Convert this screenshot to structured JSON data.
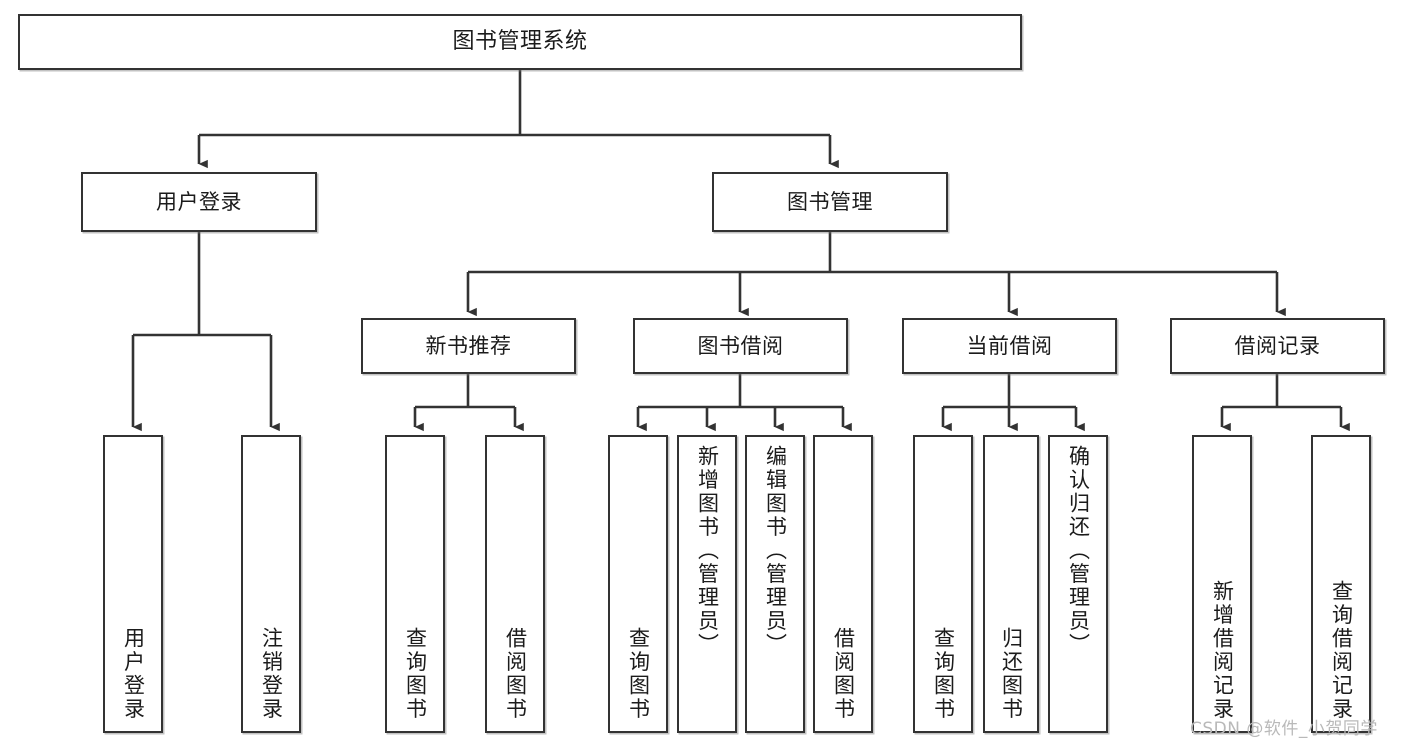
{
  "diagram": {
    "title": "图书管理系统",
    "type": "tree-hierarchy-chart",
    "colors": {
      "box_border": "#333333",
      "box_fill": "#ffffff",
      "connector": "#333333",
      "text": "#1b1b1b",
      "watermark": "#b9b9b9",
      "background": "#ffffff"
    },
    "root": {
      "label": "图书管理系统"
    },
    "level2": [
      {
        "label": "用户登录"
      },
      {
        "label": "图书管理"
      }
    ],
    "level3": [
      {
        "label": "新书推荐"
      },
      {
        "label": "图书借阅"
      },
      {
        "label": "当前借阅"
      },
      {
        "label": "借阅记录"
      }
    ],
    "leaves": {
      "user_login": [
        {
          "label": "用户登录"
        },
        {
          "label": "注销登录"
        }
      ],
      "new_book_recommend": [
        {
          "label": "查询图书"
        },
        {
          "label": "借阅图书"
        }
      ],
      "book_borrow": [
        {
          "label": "查询图书"
        },
        {
          "label": "新增图书（管理员）"
        },
        {
          "label": "编辑图书（管理员）"
        },
        {
          "label": "借阅图书"
        }
      ],
      "current_borrow": [
        {
          "label": "查询图书"
        },
        {
          "label": "归还图书"
        },
        {
          "label": "确认归还（管理员）"
        }
      ],
      "borrow_record": [
        {
          "label": "新增借阅记录"
        },
        {
          "label": "查询借阅记录"
        }
      ]
    }
  },
  "watermark": {
    "text": "CSDN @软件_小贺同学"
  }
}
